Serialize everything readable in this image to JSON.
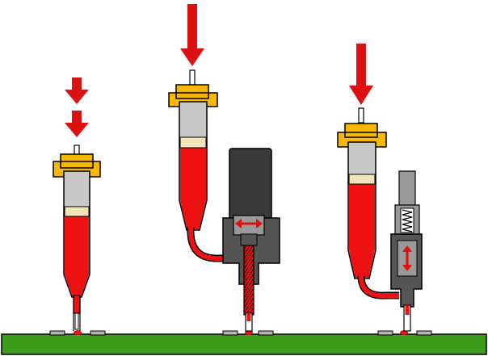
{
  "colors": {
    "background": "#ffffff",
    "arrow": "#dd1111",
    "adhesive": "#ee1111",
    "barrel_empty": "#c8c8c8",
    "plunger": "#f2e6b8",
    "flange": "#f6b800",
    "valve_body": "#555555",
    "valve_head": "#3a3a3a",
    "valve_light": "#9a9a9a",
    "board": "#3c9c1c",
    "pad": "#b4b4b4",
    "outline": "#000000"
  },
  "figures": [
    {
      "mechanism": "time-pressure-syringe",
      "arrow_count": 2
    },
    {
      "mechanism": "auger-valve",
      "arrow_count": 1
    },
    {
      "mechanism": "piston-valve",
      "arrow_count": 1
    }
  ]
}
